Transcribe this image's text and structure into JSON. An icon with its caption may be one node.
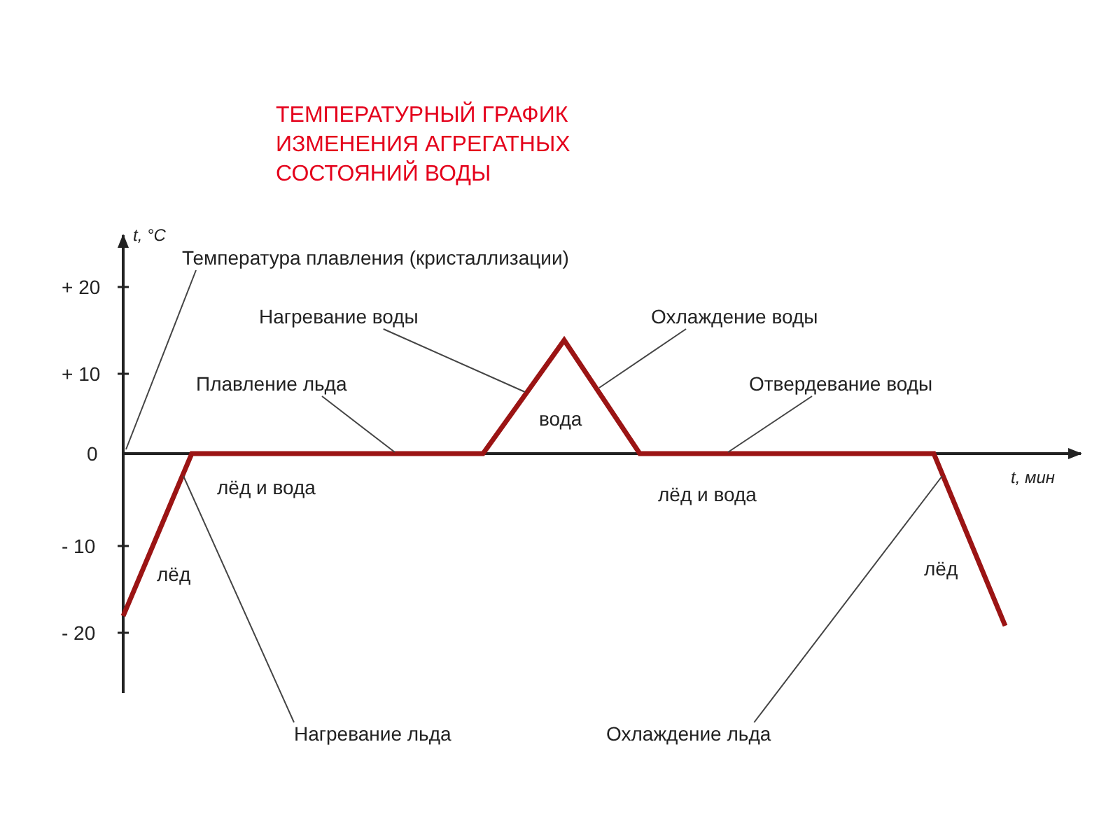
{
  "diagram": {
    "title": "ТЕМПЕРАТУРНЫЙ ГРАФИК ИЗМЕНЕНИЯ АГРЕГАТНЫХ СОСТОЯНИЙ ВОДЫ",
    "nodes": [
      {
        "text": [
          "Температура плавления (кристаллизации)"
        ]
      },
      {
        "text": [
          "Нагревание воды"
        ]
      },
      {
        "text": [
          "Охлаждение воды"
        ]
      },
      {
        "text": [
          "Плавление льда"
        ]
      },
      {
        "text": [
          "Отвердевание воды"
        ]
      },
      {
        "text": [
          "Нагревание льда"
        ]
      },
      {
        "text": [
          "Охлаждение льда"
        ]
      }
    ],
    "edges": [
      {
        "from": 0,
        "to": null,
        "arrow": "none"
      },
      {
        "from": 1,
        "to": null,
        "arrow": "none"
      },
      {
        "from": 2,
        "to": null,
        "arrow": "none"
      },
      {
        "from": 3,
        "to": null,
        "arrow": "none"
      },
      {
        "from": 4,
        "to": null,
        "arrow": "none"
      },
      {
        "from": 5,
        "to": null,
        "arrow": "none"
      },
      {
        "from": 6,
        "to": null,
        "arrow": "none"
      }
    ],
    "labels": [
      "t, °C",
      "+ 20",
      "+ 10",
      "0",
      "вода",
      "лёд и вода",
      "лёд и вода",
      "t, мин",
      "- 10",
      "лёд",
      "лёд",
      "- 20"
    ]
  }
}
